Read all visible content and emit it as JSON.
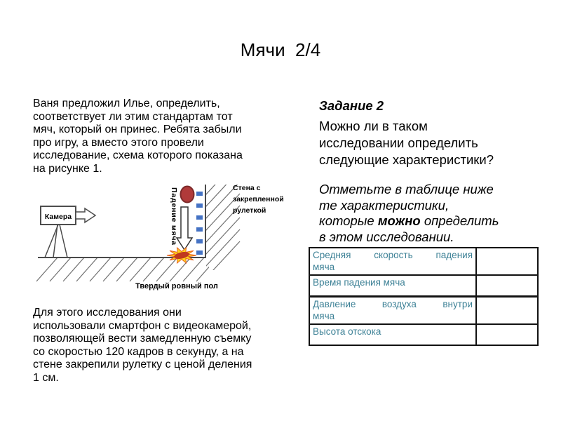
{
  "title": "Мячи  2/4",
  "left": {
    "intro_lines": [
      "Ваня предложил Илье, определить,",
      "соответствует ли этим стандартам тот",
      "мяч, который он принес. Ребята забыли",
      "про игру, а вместо этого провели",
      "исследование, схема которого показана",
      "на рисунке 1."
    ],
    "method_lines": [
      "Для этого исследования они",
      "использовали смартфон с видеокамерой,",
      "позволяющей вести замедленную съемку",
      "со скоростью 120 кадров в секунду, а на",
      "стене закрепили рулетку с ценой деления",
      "1 см."
    ]
  },
  "diagram": {
    "camera_label": "Камера",
    "fall_label": "Падение мяча",
    "wall_label_lines": [
      "Стена с",
      "закрепленной",
      "рулеткой"
    ],
    "floor_label": "Твердый ровный пол",
    "colors": {
      "ball": "#b03a3a",
      "ball_outline": "#7c2a2a",
      "ruler_mark": "#4472c4",
      "star_outer": "#ffd21c",
      "star_edge": "#e8601c",
      "star_inner": "#c0391f",
      "line": "#4a4a4a"
    }
  },
  "right": {
    "task_heading": "Задание 2",
    "question_lines": [
      "Можно ли в таком",
      "исследовании определить",
      "следующие характеристики?"
    ],
    "instruction": {
      "line1": "Отметьте в таблице ниже",
      "line2": "те характеристики,",
      "line3_prefix": "которые ",
      "line3_bold": "можно",
      "line3_suffix": " определить",
      "line4": "в этом исследовании."
    },
    "table": {
      "text_color": "#3d8196",
      "rows": [
        {
          "line1": "Средняя скорость падения",
          "line2": "мяча",
          "answer": ""
        },
        {
          "line1": "Время падения мяча",
          "line2": "",
          "answer": ""
        },
        {
          "line1": "Давление воздуха внутри",
          "line2": "мяча",
          "answer": ""
        },
        {
          "line1": "Высота отскока",
          "line2": "",
          "answer": ""
        }
      ]
    }
  }
}
